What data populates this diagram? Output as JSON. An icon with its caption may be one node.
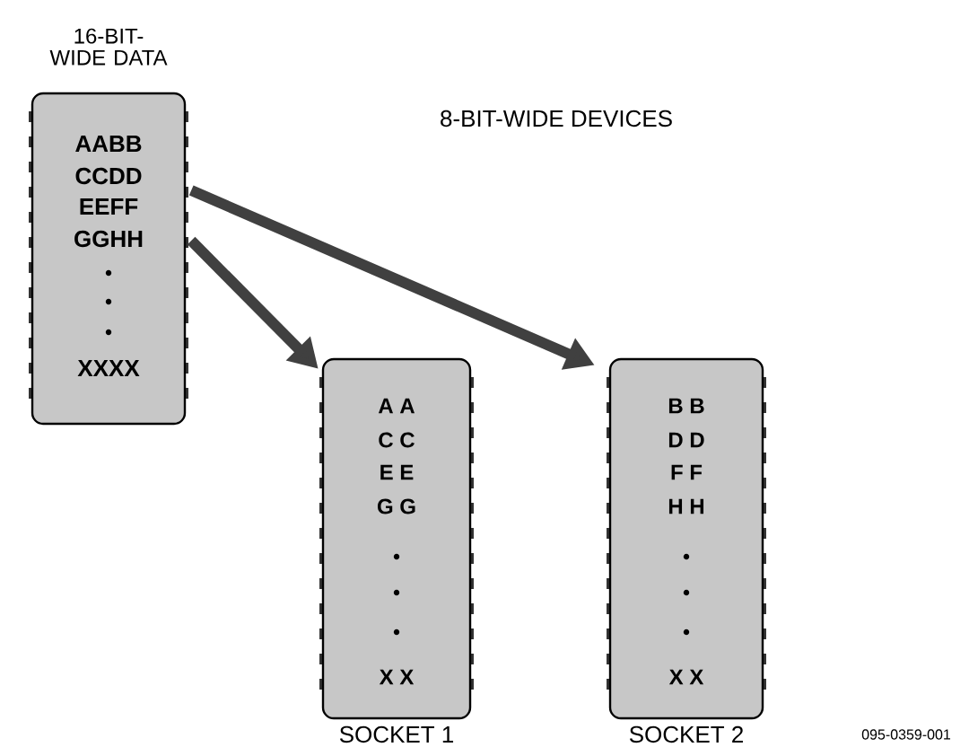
{
  "diagram": {
    "nodes": [
      {
        "text": [
          "16-BIT-WIDE DATA",
          "AABB",
          "CCDD",
          "EEFF",
          "GGHH",
          "XXXX"
        ]
      },
      {
        "text": [
          "A A",
          "C C",
          "E E",
          "G G",
          "X X"
        ],
        "beside": [
          "SOCKET 1"
        ]
      },
      {
        "text": [
          "B B",
          "D D",
          "F F",
          "H H",
          "X X"
        ],
        "beside": [
          "SOCKET 2"
        ]
      }
    ],
    "edges": [
      {
        "from": 0,
        "to": 1,
        "arrow": "to"
      },
      {
        "from": 0,
        "to": 2,
        "arrow": "to"
      }
    ],
    "labels": [
      "8-BIT-WIDE DEVICES",
      "095-0359-001"
    ]
  }
}
